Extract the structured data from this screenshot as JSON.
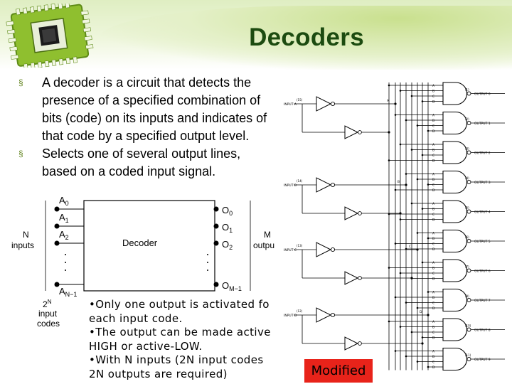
{
  "slide": {
    "title": "Decoders",
    "bullets": [
      "A decoder is a circuit that detects the presence of a specified combination of bits (code) on its inputs and indicates of that code by a specified output level.",
      "Selects one of several output lines, based on a coded input signal."
    ],
    "bullet_marker": "§",
    "modified_label": "Modified"
  },
  "decoder_diagram": {
    "block_label": "Decoder",
    "n_inputs_label": [
      "N",
      "inputs"
    ],
    "m_outputs_label": [
      "M",
      "outpu"
    ],
    "inputs": [
      "A",
      "A",
      "A",
      "A"
    ],
    "input_subscripts": [
      "0",
      "1",
      "2",
      "N−1"
    ],
    "outputs": [
      "O",
      "O",
      "O",
      "O"
    ],
    "output_subscripts": [
      "0",
      "1",
      "2",
      "M−1"
    ],
    "codes_label": [
      "2",
      "N",
      "input",
      "codes"
    ]
  },
  "notes": [
    "•Only one output is activated fo",
    "each input code.",
    "•The output can be made active",
    "HIGH or active-LOW.",
    "•With N inputs (2N input codes",
    "2N outputs are required)"
  ],
  "circuit": {
    "input_labels": [
      "INPUT A",
      "INPUT B",
      "INPUT C",
      "INPUT D"
    ],
    "input_pins": [
      "(15)",
      "(14)",
      "(13)",
      "(12)"
    ],
    "inverted_labels": [
      "A",
      "B",
      "C",
      "D"
    ],
    "output_labels": [
      "OUTPUT 0",
      "OUTPUT 1",
      "OUTPUT 2",
      "OUTPUT 3",
      "OUTPUT 4",
      "OUTPUT 5",
      "OUTPUT 6",
      "OUTPUT 7",
      "OUTPUT 8",
      "OUTPUT 9"
    ],
    "output_pins": [
      "(1)",
      "(2)",
      "(3)",
      "(4)",
      "(5)",
      "(6)",
      "(7)",
      "(9)",
      "(10)",
      "(11)"
    ]
  }
}
